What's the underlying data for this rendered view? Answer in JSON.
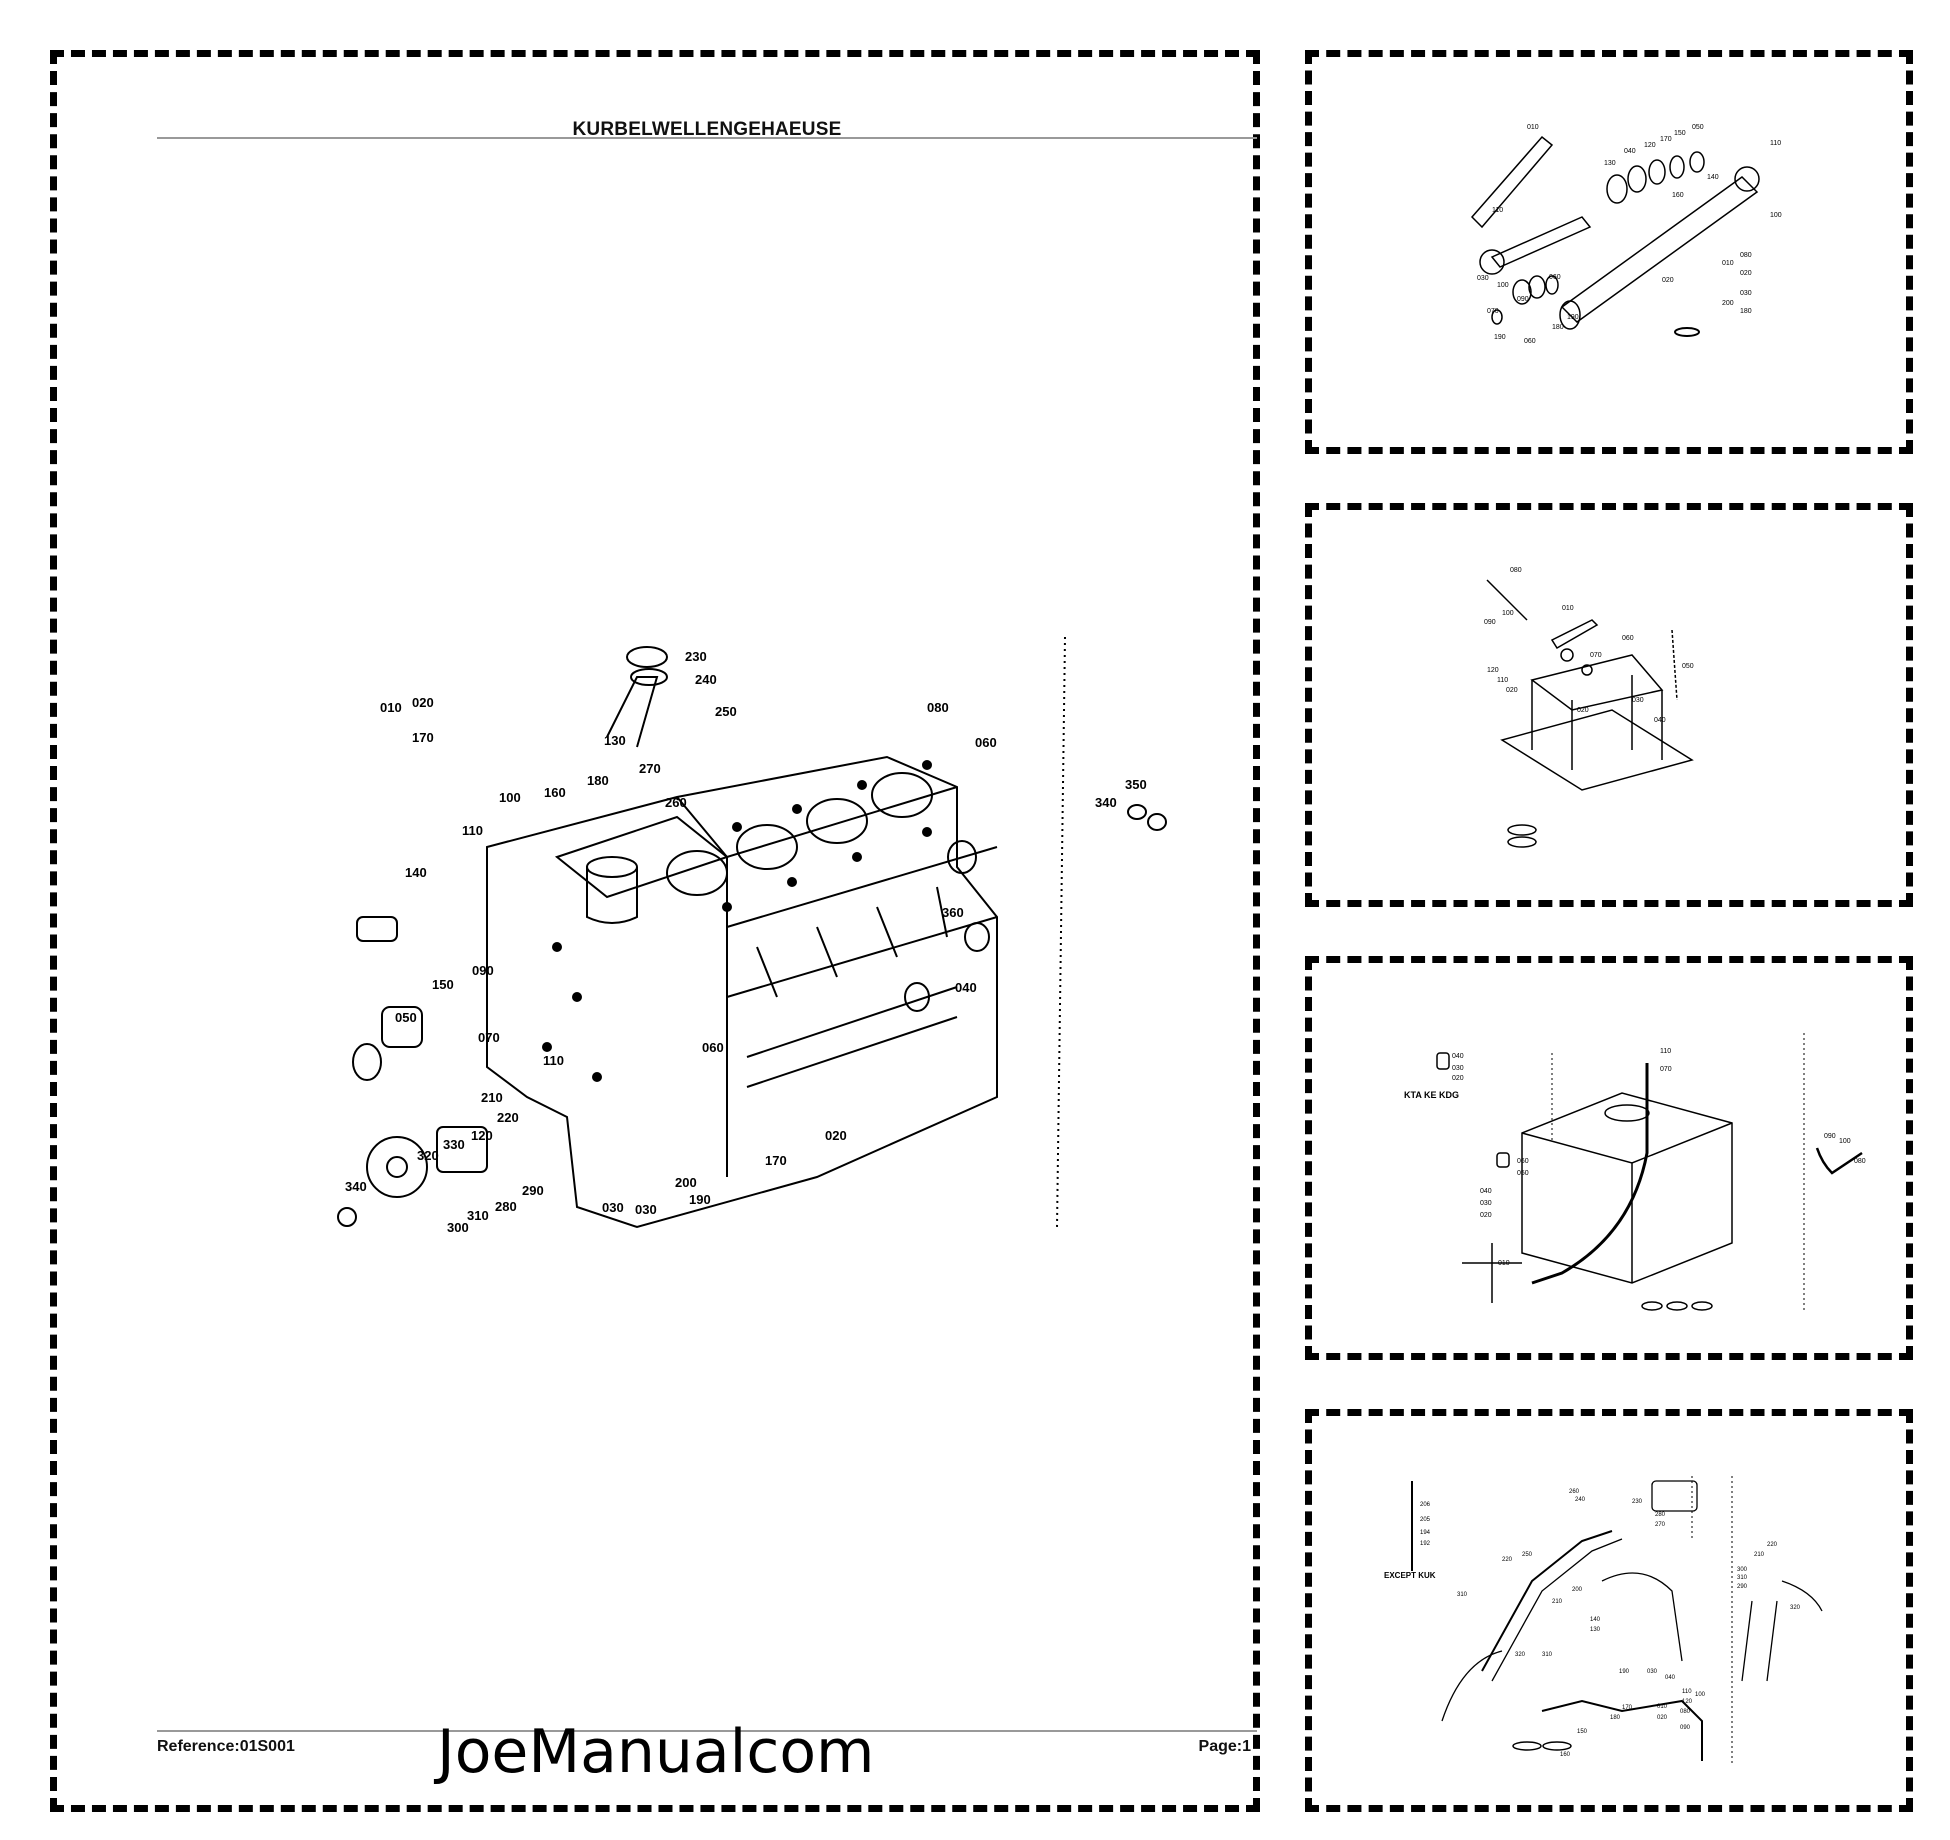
{
  "main": {
    "title": "KURBELWELLENGEHAEUSE",
    "reference": "Reference:01S001",
    "page": "Page:1",
    "watermark": "JoeManualcom",
    "callouts": [
      "010",
      "020",
      "170",
      "230",
      "240",
      "250",
      "080",
      "060",
      "130",
      "270",
      "260",
      "180",
      "100",
      "160",
      "110",
      "140",
      "360",
      "040",
      "090",
      "150",
      "050",
      "070",
      "060",
      "110",
      "210",
      "220",
      "120",
      "020",
      "330",
      "320",
      "340",
      "300",
      "310",
      "280",
      "290",
      "030",
      "200",
      "190",
      "030",
      "170",
      "350",
      "340"
    ]
  },
  "thumb1": {
    "callouts": [
      "010",
      "050",
      "150",
      "170",
      "120",
      "040",
      "130",
      "140",
      "160",
      "110",
      "110",
      "100",
      "030",
      "100",
      "020",
      "010",
      "080",
      "020",
      "030",
      "200",
      "180",
      "060",
      "090",
      "070",
      "190",
      "060",
      "180",
      "190"
    ]
  },
  "thumb2": {
    "callouts": [
      "080",
      "100",
      "090",
      "010",
      "060",
      "070",
      "050",
      "120",
      "110",
      "020",
      "020",
      "030",
      "040"
    ]
  },
  "thumb3": {
    "callouts": [
      "040",
      "030",
      "020",
      "110",
      "070",
      "090",
      "100",
      "080",
      "060",
      "050",
      "040",
      "030",
      "020",
      "010"
    ],
    "label": "KTA KE KDG"
  },
  "thumb4": {
    "callouts": [
      "206",
      "205",
      "194",
      "192",
      "260",
      "240",
      "230",
      "280",
      "270",
      "220",
      "250",
      "310",
      "320",
      "310",
      "210",
      "200",
      "140",
      "130",
      "150",
      "160",
      "180",
      "170",
      "190",
      "010",
      "020",
      "030",
      "040",
      "090",
      "080",
      "110",
      "120",
      "100",
      "300",
      "310",
      "290",
      "220",
      "210",
      "320"
    ],
    "label": "EXCEPT KUK"
  }
}
